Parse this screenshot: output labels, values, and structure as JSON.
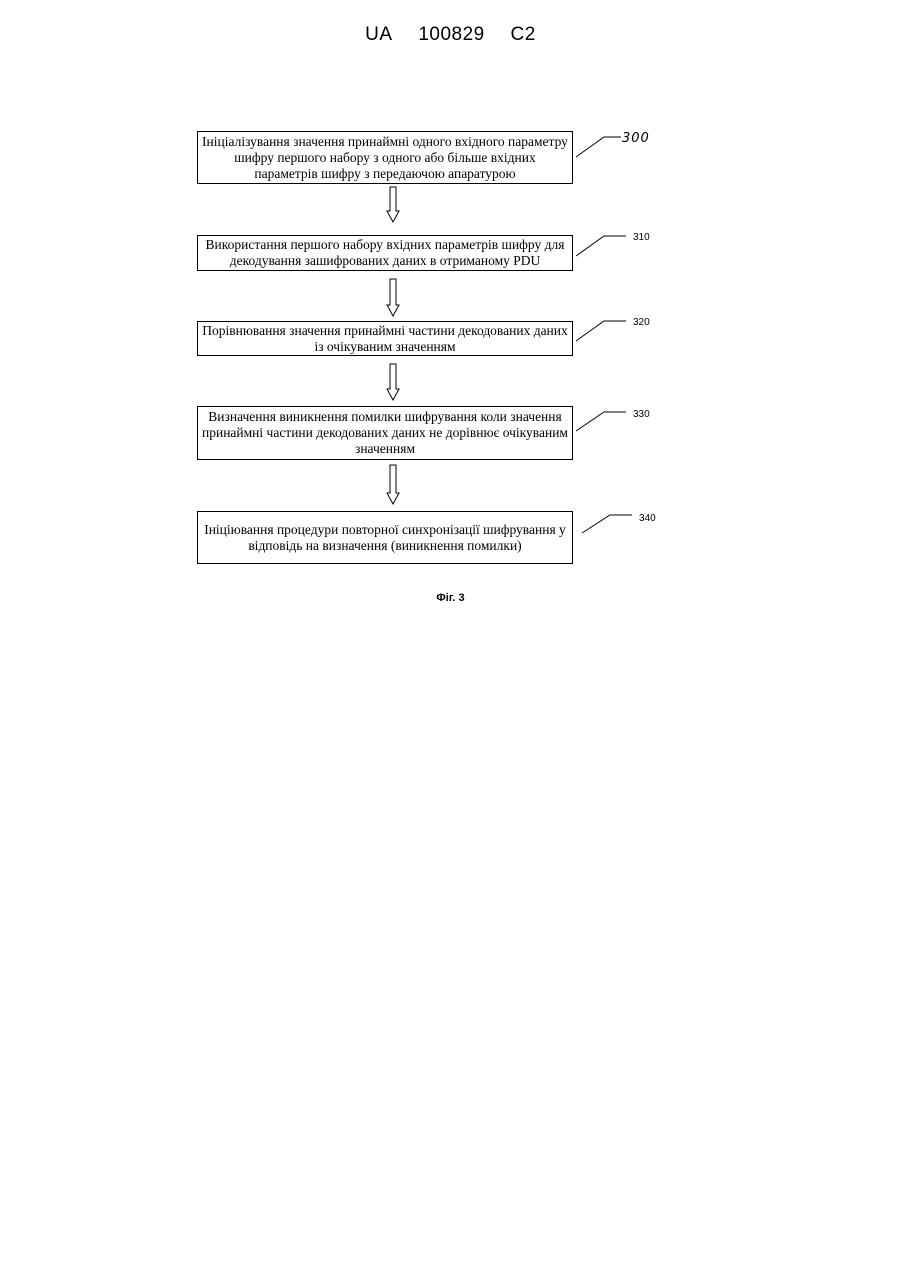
{
  "header": {
    "country": "UA",
    "number": "100829",
    "kind": "C2"
  },
  "steps": [
    {
      "ref": "300",
      "text": "Ініціалізування значення принаймні одного вхідного параметру шифру першого набору з одного або більше вхідних параметрів шифру з передаючою апаратурою"
    },
    {
      "ref": "310",
      "text": "Використання першого набору вхідних параметрів шифру для декодування зашифрованих даних в отриманому PDU"
    },
    {
      "ref": "320",
      "text": "Порівнювання значення принаймні частини декодованих даних із очікуваним значенням"
    },
    {
      "ref": "330",
      "text": "Визначення виникнення помилки шифрування коли значення принаймні частини декодованих даних не дорівнює очікуваним значенням"
    },
    {
      "ref": "340",
      "text": "Ініціювання процедури повторної синхронізації шифрування у відповідь на визначення (виникнення помилки)"
    }
  ],
  "caption": "Фіг. 3"
}
